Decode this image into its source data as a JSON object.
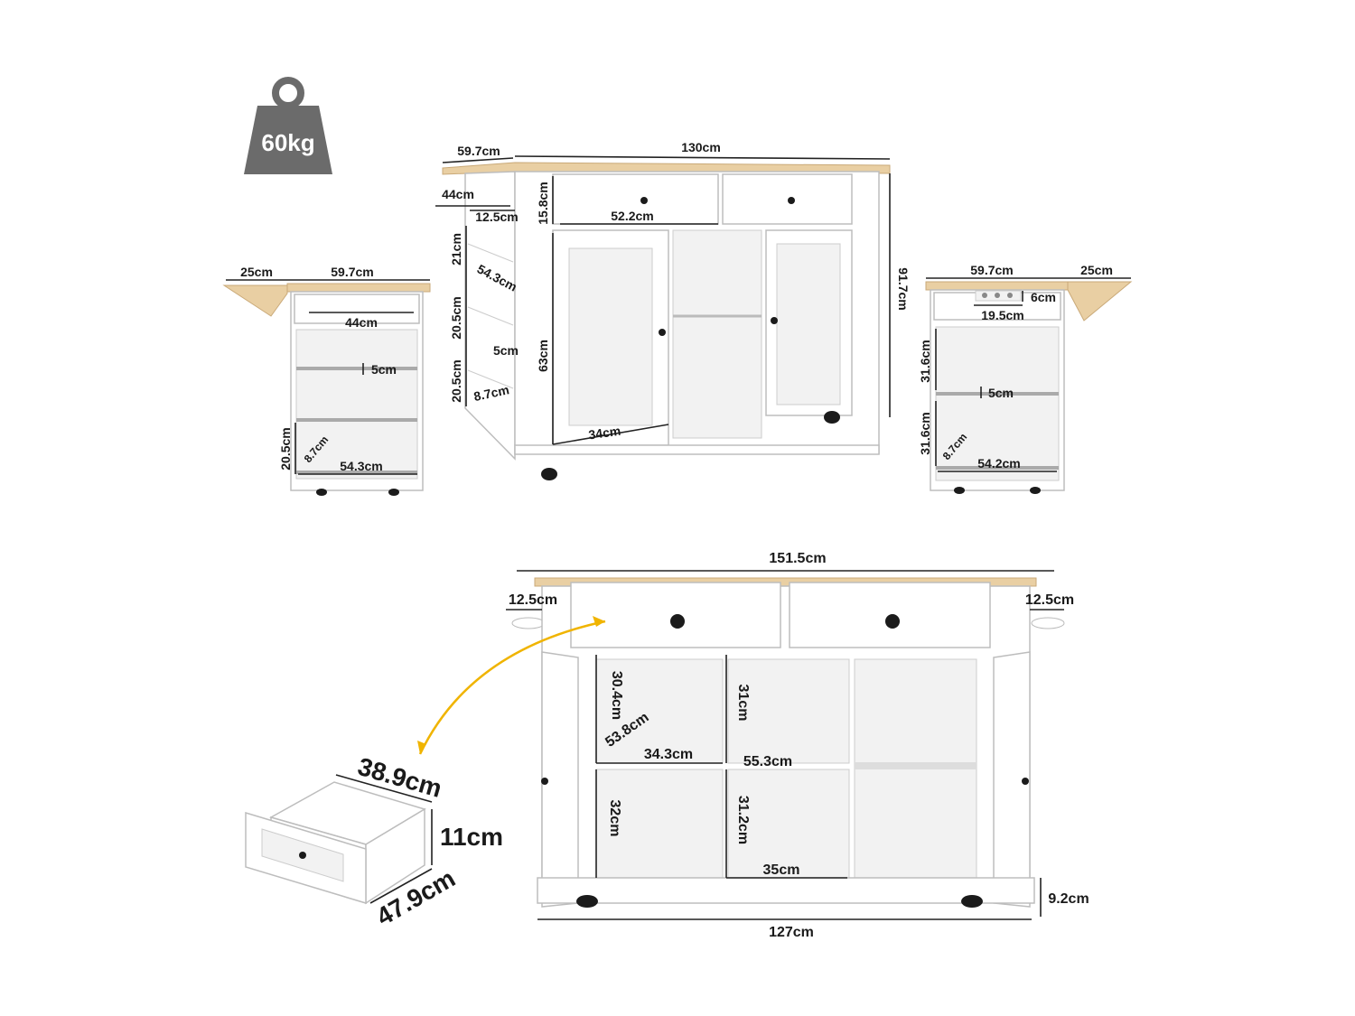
{
  "weight": {
    "label": "60kg",
    "icon": "weight-icon"
  },
  "front_view": {
    "depth_top": "59.7cm",
    "width_top": "130cm",
    "side_depth": "44cm",
    "side_shelf_gap": "12.5cm",
    "drawer_height": "15.8cm",
    "drawer_width": "52.2cm",
    "height_total": "91.7cm",
    "shelf_21": "21cm",
    "shelf_depth": "54.3cm",
    "shelf_205a": "20.5cm",
    "rail_5": "5cm",
    "shelf_205b": "20.5cm",
    "rail_87": "8.7cm",
    "cabinet_63": "63cm",
    "door_34": "34cm"
  },
  "left_view": {
    "leaf": "25cm",
    "depth": "59.7cm",
    "drawer": "44cm",
    "rail": "5cm",
    "shelf_h": "20.5cm",
    "shelf_d": "8.7cm",
    "width": "54.3cm"
  },
  "right_view": {
    "depth": "59.7cm",
    "leaf": "25cm",
    "socket_h": "6cm",
    "socket_w": "19.5cm",
    "upper": "31.6cm",
    "rail": "5cm",
    "lower": "31.6cm",
    "shelf_d": "8.7cm",
    "width": "54.2cm"
  },
  "open_view": {
    "total_width": "151.5cm",
    "left_ext": "12.5cm",
    "right_ext": "12.5cm",
    "h1": "30.4cm",
    "d1": "53.8cm",
    "w1": "34.3cm",
    "h2": "31cm",
    "d2": "55.3cm",
    "h3": "32cm",
    "h4": "31.2cm",
    "w2": "35cm",
    "foot": "9.2cm",
    "base_width": "127cm"
  },
  "drawer_detail": {
    "width": "38.9cm",
    "height": "11cm",
    "depth": "47.9cm"
  },
  "colors": {
    "wood": "#e9cfa3",
    "arrow": "#f0b400",
    "weight_badge": "#6b6b6b"
  }
}
